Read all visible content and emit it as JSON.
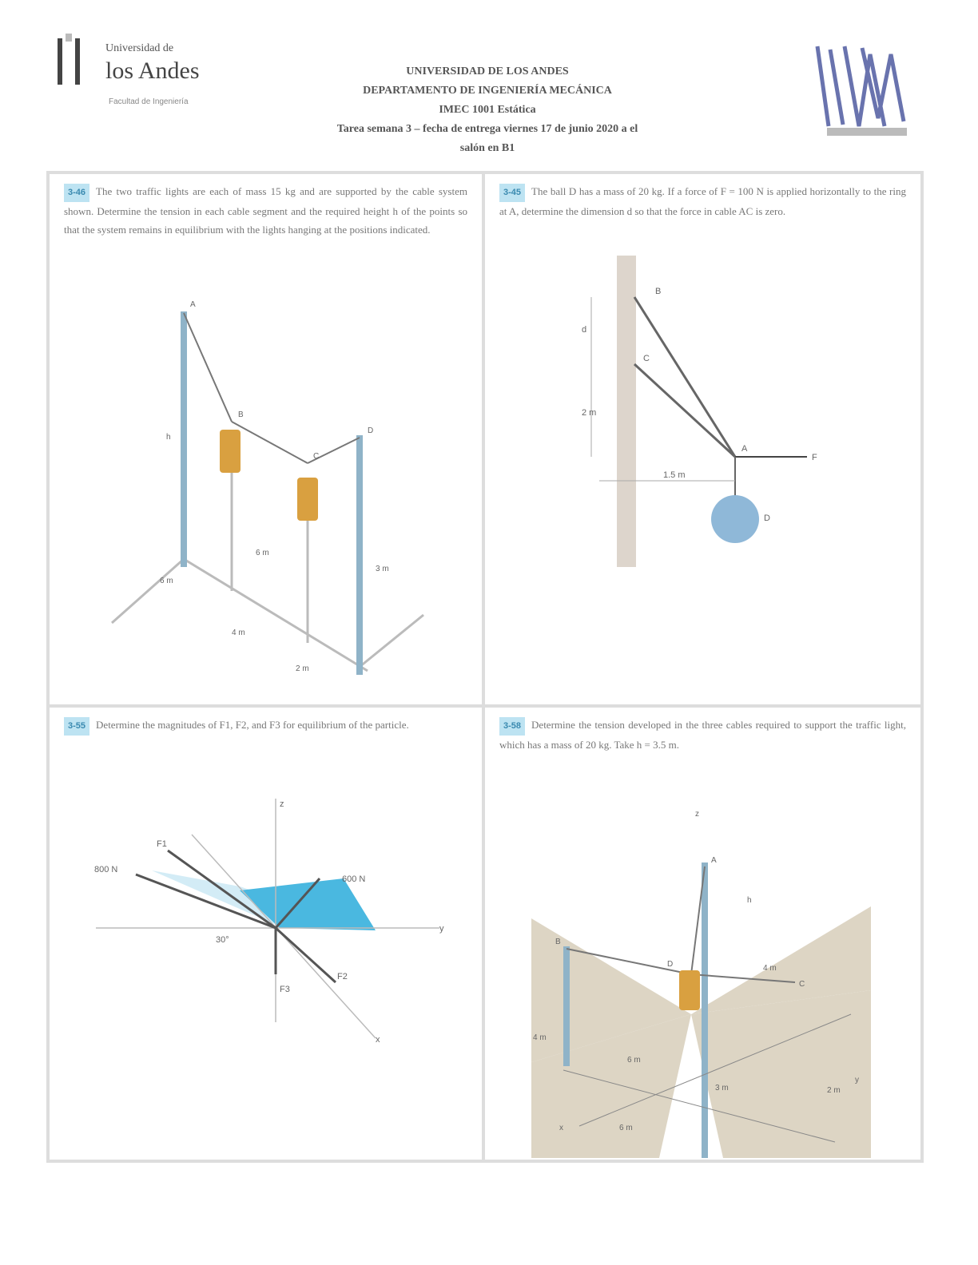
{
  "logo_left": {
    "line1": "Universidad de",
    "line2": "los Andes",
    "line3": "Facultad de Ingeniería"
  },
  "logo_right": {
    "text": "IM"
  },
  "header": {
    "line1": "UNIVERSIDAD DE LOS ANDES",
    "line2": "DEPARTAMENTO DE INGENIERÍA MECÁNICA",
    "line3": "IMEC 1001 Estática",
    "line4": "Tarea semana 3 – fecha de entrega viernes 17 de junio 2020 a el",
    "line5": "salón en B1"
  },
  "problems": [
    {
      "number": "3-46",
      "text": "The two traffic lights are each of mass 15 kg and are supported by the cable system shown. Determine the tension in each cable segment and the required height h of the points so that the system remains in equilibrium with the lights hanging at the positions indicated.",
      "labels": {
        "a": "A",
        "b": "B",
        "c": "C",
        "d": "D",
        "h": "h",
        "d1": "3 m",
        "d2": "6 m",
        "d3": "4 m",
        "d4": "2 m",
        "d5": "6 m"
      }
    },
    {
      "number": "3-45",
      "text": "The ball D has a mass of 20 kg. If a force of F = 100 N is applied horizontally to the ring at A, determine the dimension d so that the force in cable AC is zero.",
      "labels": {
        "b": "B",
        "c": "C",
        "a": "A",
        "d": "D",
        "f": "F",
        "dim_d": "d",
        "dim_15": "1.5 m",
        "dim_2": "2 m"
      }
    },
    {
      "number": "3-55",
      "text": "Determine the magnitudes of F1, F2, and F3 for equilibrium of the particle.",
      "labels": {
        "f1": "F1",
        "f2": "F2",
        "f3": "F3",
        "load1": "800 N",
        "load2": "600 N",
        "z": "z",
        "x": "x",
        "y": "y",
        "angle": "30°"
      }
    },
    {
      "number": "3-58",
      "text": "Determine the tension developed in the three cables required to support the traffic light, which has a mass of 20 kg. Take h = 3.5 m.",
      "labels": {
        "z": "z",
        "a": "A",
        "b": "B",
        "c": "C",
        "d": "D",
        "h": "h",
        "d1": "4 m",
        "d2": "6 m",
        "d3": "4 m",
        "d4": "3 m",
        "d5": "2 m",
        "d6": "6 m",
        "x": "x",
        "y": "y"
      }
    }
  ]
}
